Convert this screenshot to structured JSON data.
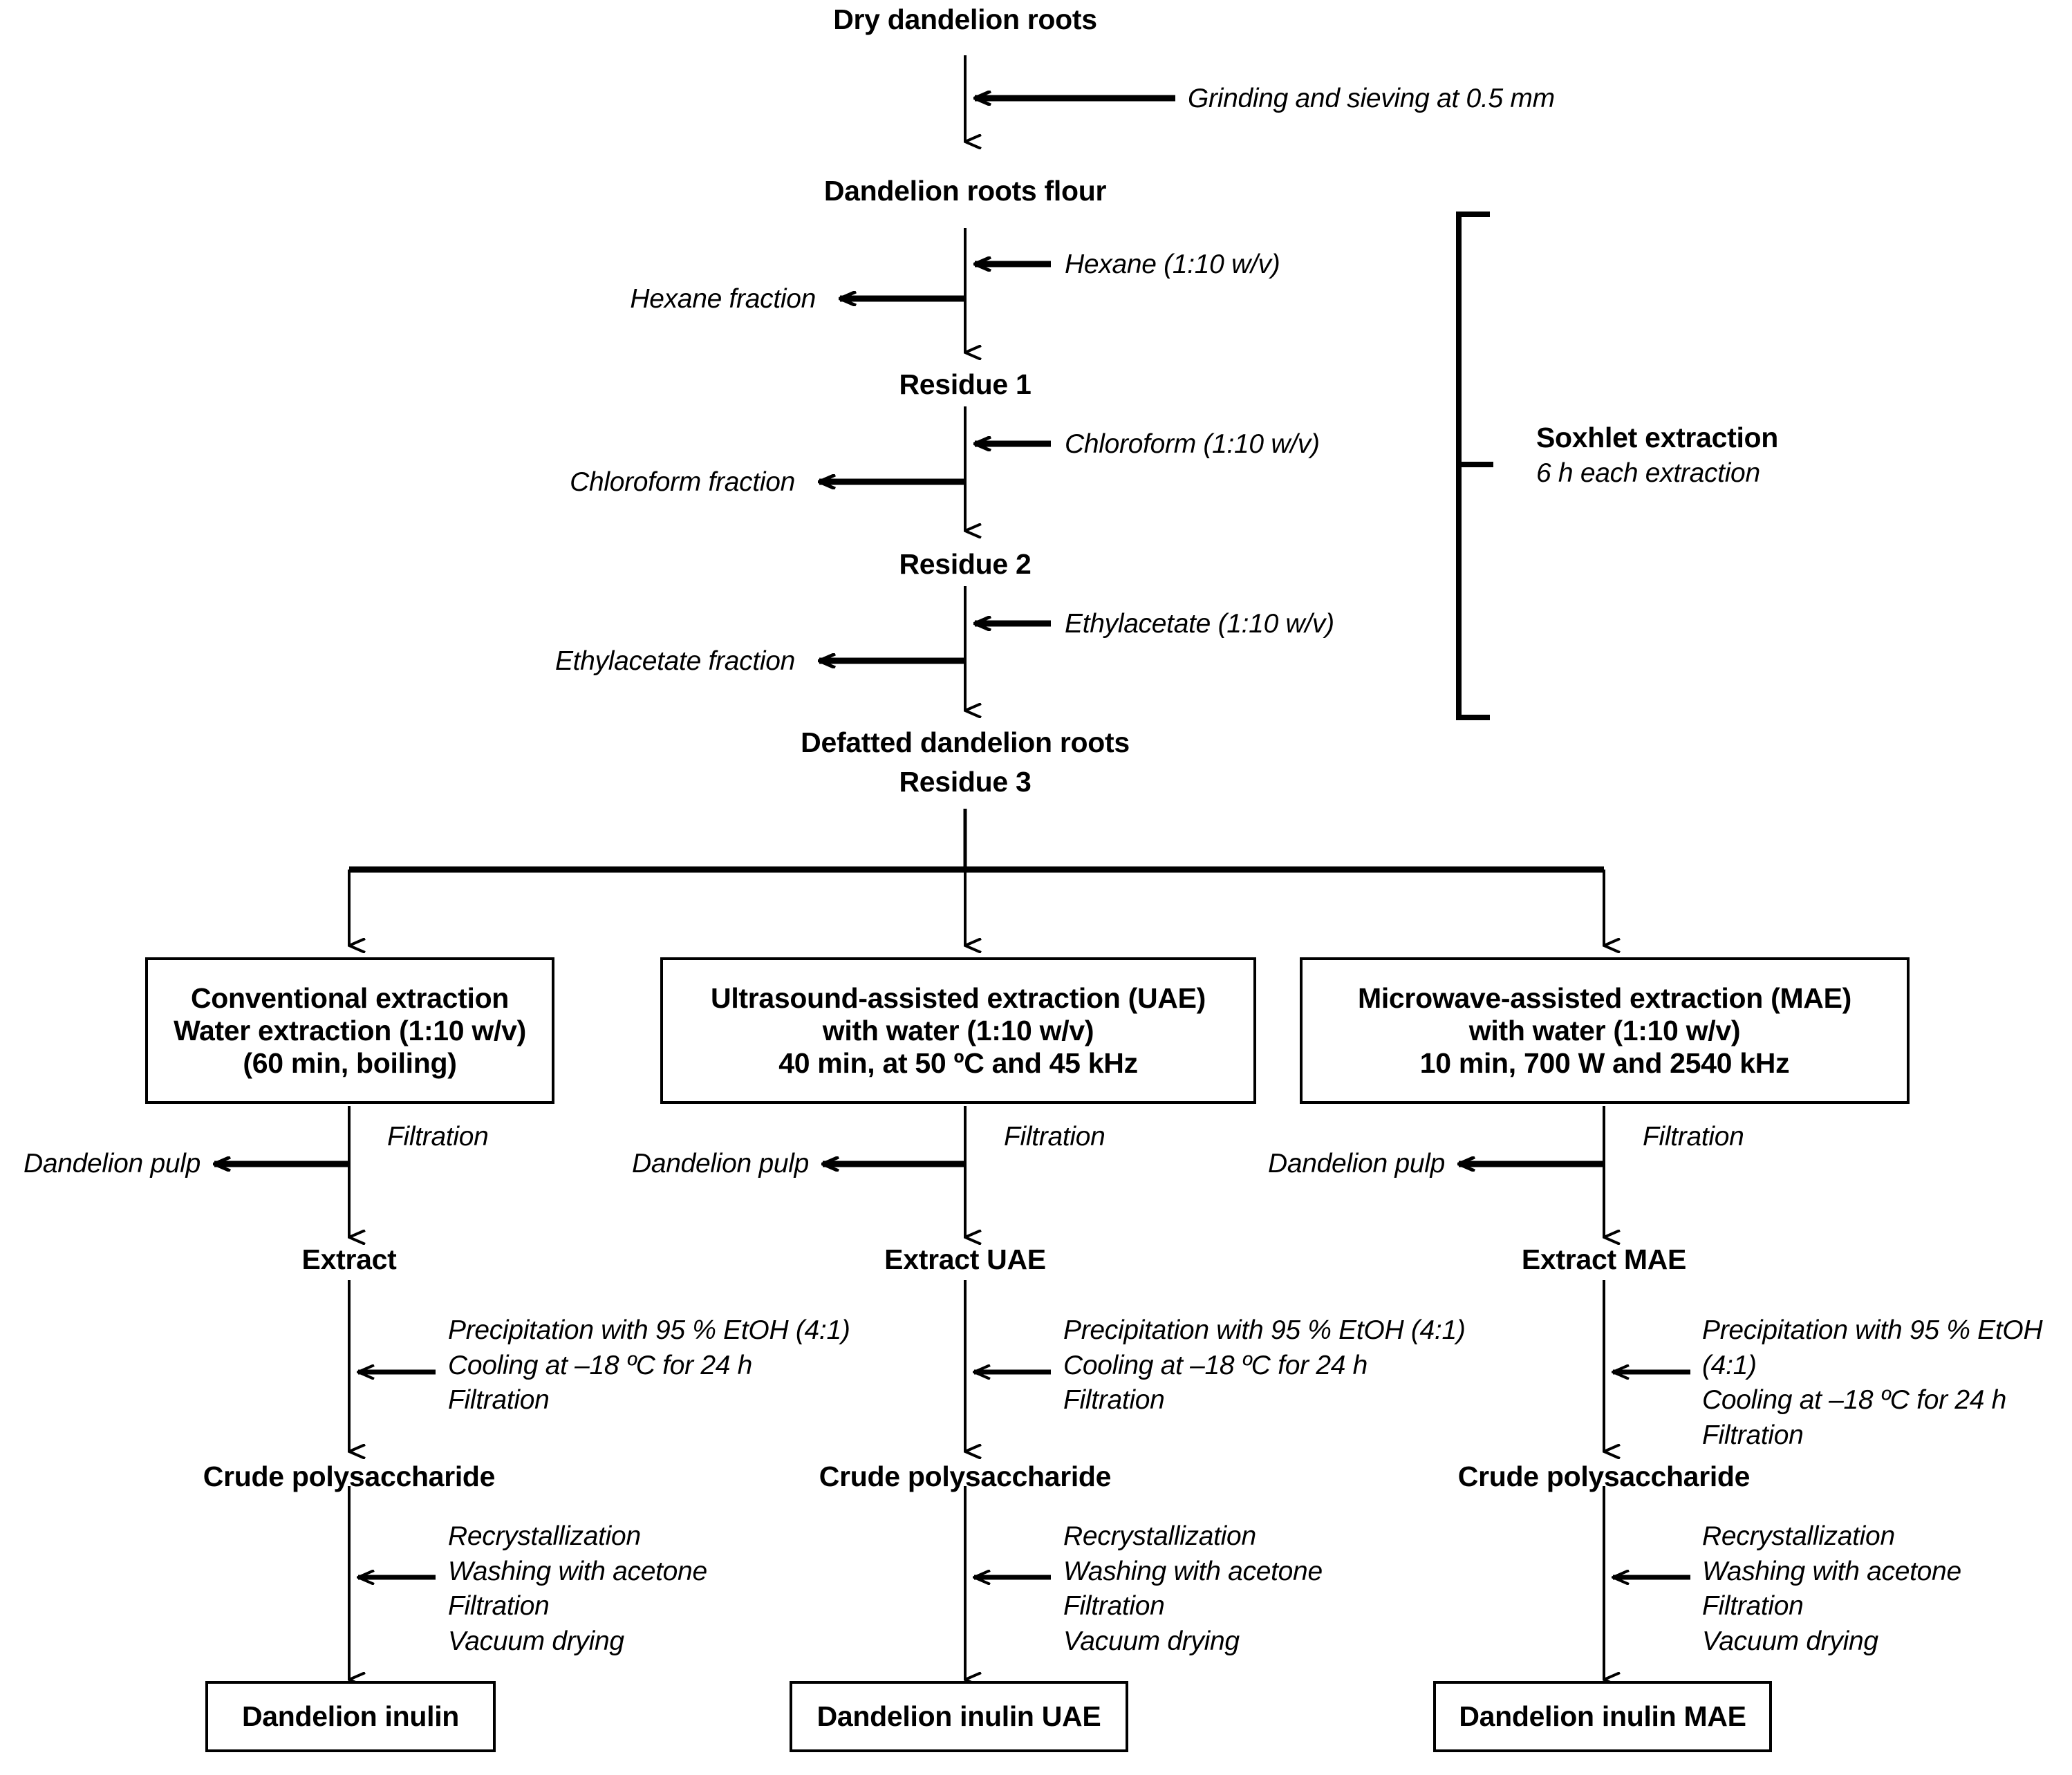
{
  "figure": {
    "type": "process-flow-diagram",
    "subject": "Extraction of inulin from dandelion roots",
    "colors": {
      "line": "#000000",
      "text": "#000000",
      "background": "#ffffff"
    }
  },
  "nodes": {
    "dry_roots": "Dry dandelion roots",
    "roots_flour": "Dandelion roots flour",
    "residue1": "Residue 1",
    "residue2": "Residue 2",
    "defatted_line1": "Defatted dandelion roots",
    "defatted_line2": "Residue 3",
    "extract_conv": "Extract",
    "extract_uae": "Extract UAE",
    "extract_mae": "Extract MAE",
    "crude_poly_conv": "Crude polysaccharide",
    "crude_poly_uae": "Crude polysaccharide",
    "crude_poly_mae": "Crude polysaccharide"
  },
  "side_outputs": {
    "hexane_fraction": "Hexane fraction",
    "chloroform_fraction": "Chloroform fraction",
    "ethylacetate_fraction": "Ethylacetate fraction",
    "pulp_conv": "Dandelion pulp",
    "pulp_uae": "Dandelion pulp",
    "pulp_mae": "Dandelion pulp"
  },
  "inputs": {
    "grinding": "Grinding and sieving at 0.5 mm",
    "hexane": "Hexane (1:10 w/v)",
    "chloroform": "Chloroform (1:10 w/v)",
    "ethylacetate": "Ethylacetate (1:10 w/v)"
  },
  "bracket": {
    "title": "Soxhlet extraction",
    "subtitle": "6 h each extraction"
  },
  "method_boxes": [
    {
      "id": "conventional",
      "line1": "Conventional extraction",
      "line2": "Water extraction (1:10 w/v)",
      "line3": "(60 min, boiling)"
    },
    {
      "id": "uae",
      "line1": "Ultrasound-assisted  extraction (UAE)",
      "line2": "with water (1:10 w/v)",
      "line3": "40 min, at 50 ºC and 45 kHz"
    },
    {
      "id": "mae",
      "line1": "Microwave-assisted  extraction (MAE)",
      "line2": "with water (1:10 w/v)",
      "line3": "10 min, 700 W and 2540 kHz"
    }
  ],
  "steps": {
    "filtration_conv": "Filtration",
    "filtration_uae": "Filtration",
    "filtration_mae": "Filtration",
    "precipitation_conv": "Precipitation with 95 % EtOH (4:1)\nCooling at –18 ºC for 24 h\nFiltration",
    "precipitation_uae": "Precipitation with 95 % EtOH (4:1)\nCooling at –18 ºC for 24 h\nFiltration",
    "precipitation_mae": "Precipitation with 95 % EtOH (4:1)\nCooling at –18 ºC for 24 h\nFiltration",
    "recrystallization_conv": "Recrystallization\nWashing with acetone\nFiltration\nVacuum drying",
    "recrystallization_uae": "Recrystallization\nWashing with acetone\nFiltration\nVacuum drying",
    "recrystallization_mae": "Recrystallization\nWashing with acetone\nFiltration\nVacuum drying"
  },
  "product_boxes": [
    {
      "id": "inulin",
      "label": "Dandelion inulin"
    },
    {
      "id": "inulin_uae",
      "label": "Dandelion inulin UAE"
    },
    {
      "id": "inulin_mae",
      "label": "Dandelion inulin MAE"
    }
  ]
}
